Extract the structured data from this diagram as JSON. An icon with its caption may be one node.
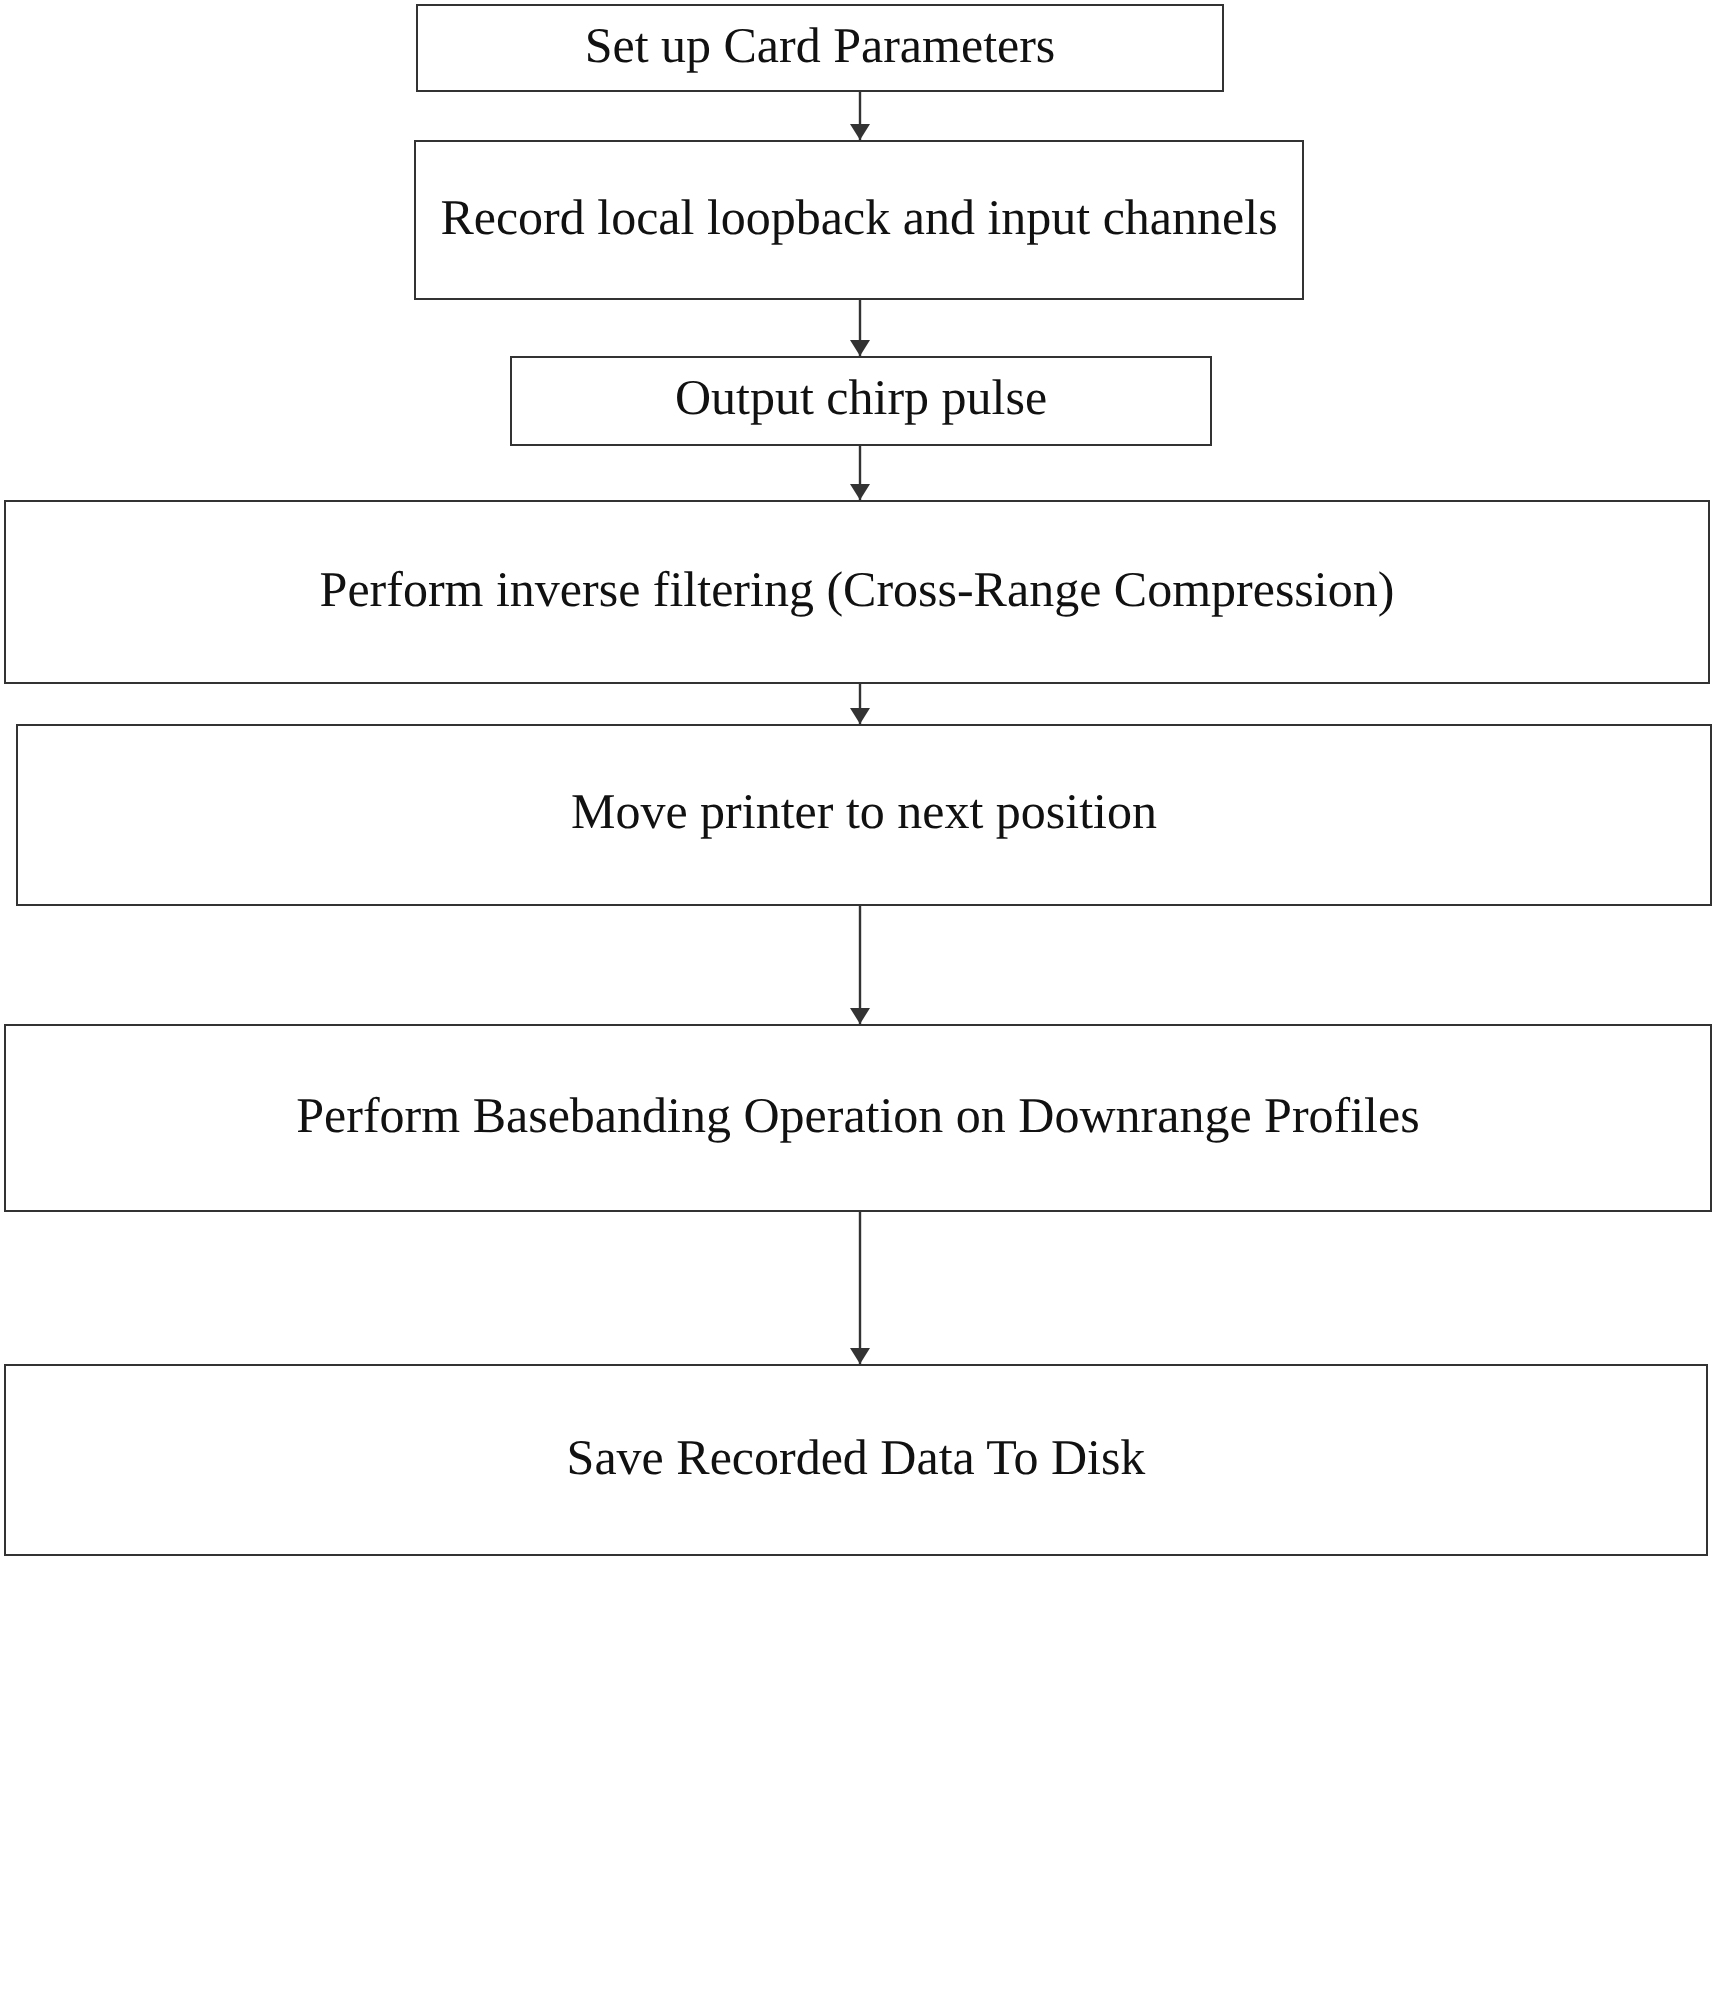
{
  "diagram": {
    "nodes": [
      {
        "text": [
          "Set up Card Parameters"
        ]
      },
      {
        "text": [
          "Record local loopback and input channels"
        ]
      },
      {
        "text": [
          "Output chirp pulse"
        ]
      },
      {
        "text": [
          "Perform inverse filtering (Cross-Range Compression)"
        ]
      },
      {
        "text": [
          "Move printer to next position"
        ]
      },
      {
        "text": [
          "Perform Basebanding Operation on Downrange Profiles"
        ]
      },
      {
        "text": [
          "Save Recorded Data To Disk"
        ]
      }
    ],
    "edges": [
      {
        "from": 0,
        "to": 1,
        "arrow": "to"
      },
      {
        "from": 1,
        "to": 2,
        "arrow": "to"
      },
      {
        "from": 2,
        "to": 3,
        "arrow": "to"
      },
      {
        "from": 3,
        "to": 4,
        "arrow": "to"
      },
      {
        "from": 4,
        "to": 5,
        "arrow": "to"
      },
      {
        "from": 5,
        "to": 6,
        "arrow": "to"
      }
    ]
  }
}
